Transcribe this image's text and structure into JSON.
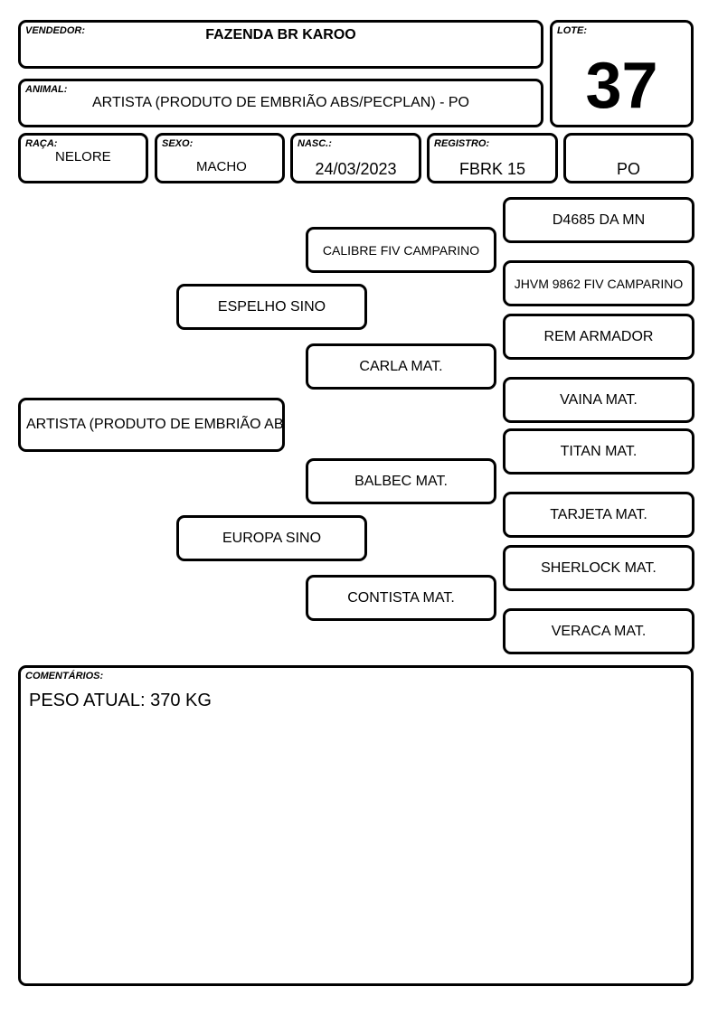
{
  "header": {
    "vendedor": {
      "label": "VENDEDOR:",
      "value": "FAZENDA BR KAROO"
    },
    "lote": {
      "label": "LOTE:",
      "value": "37"
    },
    "animal": {
      "label": "ANIMAL:",
      "value": "ARTISTA (PRODUTO DE EMBRIÃO ABS/PECPLAN) - PO"
    },
    "raca": {
      "label": "RAÇA:",
      "value": "NELORE"
    },
    "sexo": {
      "label": "SEXO:",
      "value": "MACHO"
    },
    "nasc": {
      "label": "NASC.:",
      "value": "24/03/2023"
    },
    "registro": {
      "label": "REGISTRO:",
      "value": "FBRK 15"
    },
    "categoria": {
      "value": "PO"
    }
  },
  "pedigree": {
    "animal": "ARTISTA (PRODUTO DE EMBRIÃO AB",
    "pai": "ESPELHO SINO",
    "mae": "EUROPA SINO",
    "avo_paterno": "CALIBRE FIV CAMPARINO",
    "avo_paterna": "CARLA MAT.",
    "avo_materno": "BALBEC MAT.",
    "avo_materna": "CONTISTA MAT.",
    "bisavos": [
      "D4685 DA MN",
      "JHVM 9862 FIV CAMPARINO",
      "REM ARMADOR",
      "VAINA MAT.",
      "TITAN MAT.",
      "TARJETA MAT.",
      "SHERLOCK MAT.",
      "VERACA MAT."
    ]
  },
  "comentarios": {
    "label": "COMENTÁRIOS:",
    "text": "PESO ATUAL: 370 KG"
  }
}
